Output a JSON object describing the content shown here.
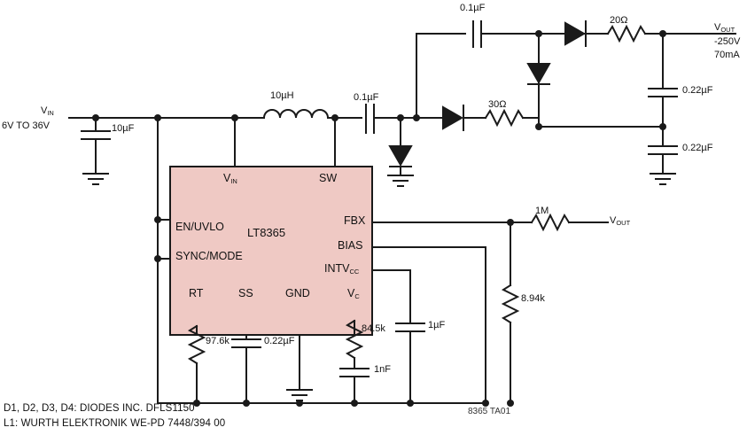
{
  "diagram": {
    "type": "schematic",
    "title": "LT8365 inverting converter application circuit",
    "chip": {
      "name": "LT8365",
      "fill_color": "#efc9c4",
      "border_color": "#1a1a1a",
      "pins": {
        "vin": "V",
        "vin_sub": "IN",
        "sw": "SW",
        "en_uvlo": "EN/UVLO",
        "sync_mode": "SYNC/MODE",
        "fbx": "FBX",
        "bias": "BIAS",
        "intvcc": "INTV",
        "intvcc_sub": "CC",
        "rt": "RT",
        "ss": "SS",
        "gnd": "GND",
        "vc": "V",
        "vc_sub": "C"
      }
    },
    "nets": {
      "vin_label": "V",
      "vin_sub": "IN",
      "vin_range": "6V TO 36V",
      "vout_label": "V",
      "vout_sub": "OUT",
      "vout_value": "-250V",
      "vout_current": "70mA",
      "vout_fb_label": "V",
      "vout_fb_sub": "OUT"
    },
    "components": [
      {
        "ref": "C_IN",
        "name": "input-capacitor",
        "value": "10µF"
      },
      {
        "ref": "L1",
        "name": "inductor",
        "value": "10µH"
      },
      {
        "ref": "C_SW",
        "name": "switch-coupling-capacitor",
        "value": "0.1µF"
      },
      {
        "ref": "C_TOP",
        "name": "top-coupling-capacitor",
        "value": "0.1µF"
      },
      {
        "ref": "R_20",
        "name": "top-series-resistor",
        "value": "20Ω"
      },
      {
        "ref": "R_30",
        "name": "mid-series-resistor",
        "value": "30Ω"
      },
      {
        "ref": "C_O1",
        "name": "output-capacitor-1",
        "value": "0.22µF"
      },
      {
        "ref": "C_O2",
        "name": "output-capacitor-2",
        "value": "0.22µF"
      },
      {
        "ref": "R_FB1",
        "name": "feedback-top-resistor",
        "value": "1M"
      },
      {
        "ref": "R_FB2",
        "name": "feedback-bottom-resistor",
        "value": "8.94k"
      },
      {
        "ref": "R_RT",
        "name": "rt-resistor",
        "value": "97.6k"
      },
      {
        "ref": "C_SS",
        "name": "soft-start-capacitor",
        "value": "0.22µF"
      },
      {
        "ref": "R_C",
        "name": "compensation-resistor",
        "value": "84.5k"
      },
      {
        "ref": "C_C",
        "name": "compensation-capacitor",
        "value": "1nF"
      },
      {
        "ref": "C_VCC",
        "name": "intvcc-capacitor",
        "value": "1µF"
      }
    ],
    "annotations": {
      "bottom_net": "8365 TA01"
    },
    "footnotes": [
      "D1, D2, D3, D4: DIODES INC. DFLS1150",
      "L1: WURTH ELEKTRONIK WE-PD 7448/394 00"
    ]
  }
}
